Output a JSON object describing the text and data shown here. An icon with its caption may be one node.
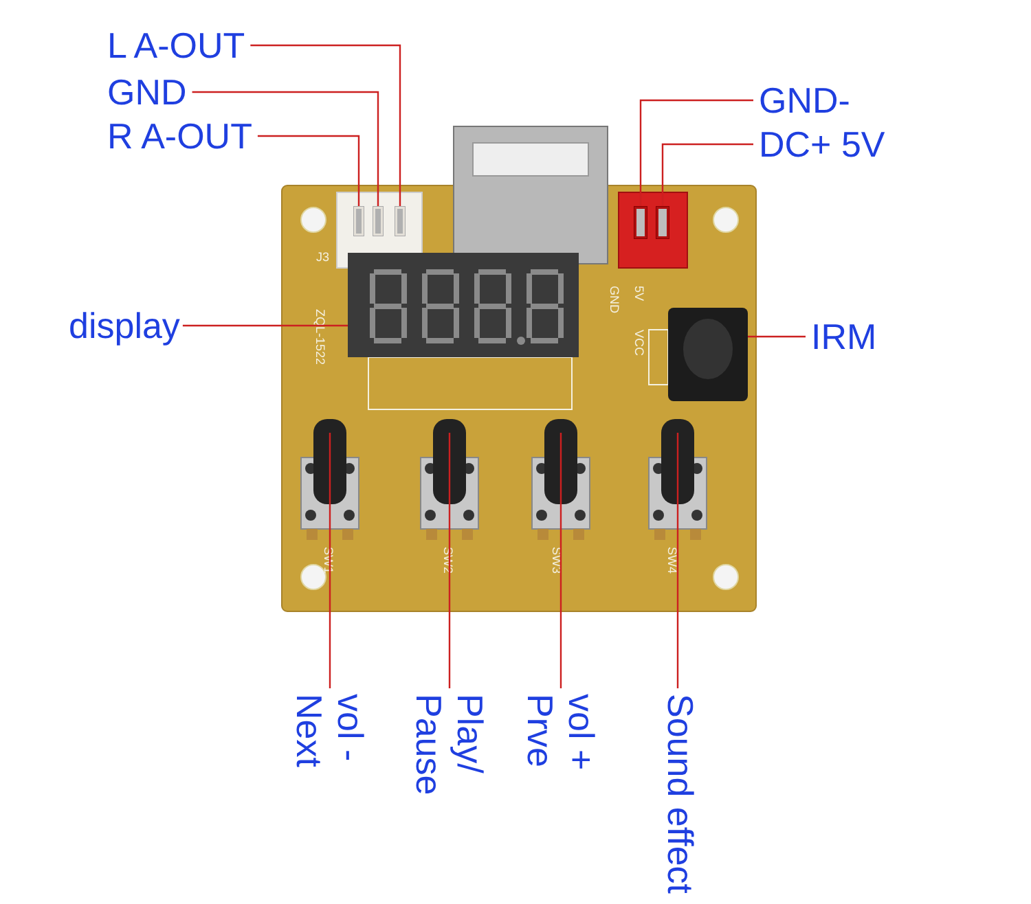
{
  "diagram": {
    "nodes": [
      {
        "text": [
          "L A-OUT"
        ]
      },
      {
        "text": [
          "GND"
        ]
      },
      {
        "text": [
          "R A-OUT"
        ]
      },
      {
        "text": [
          "GND-"
        ]
      },
      {
        "text": [
          "DC+ 5V"
        ]
      },
      {
        "text": [
          "display"
        ]
      },
      {
        "text": [
          "IRM"
        ]
      },
      {
        "text": [
          "vol - Next"
        ]
      },
      {
        "text": [
          "Play/ Pause"
        ]
      },
      {
        "text": [
          "vol + Prve"
        ]
      },
      {
        "text": [
          "Sound effect"
        ]
      },
      {
        "text": [],
        "shape": "picture"
      },
      {
        "text": [],
        "shape": "picture"
      },
      {
        "text": [],
        "shape": "picture"
      },
      {
        "text": [],
        "shape": "picture"
      },
      {
        "text": [],
        "shape": "picture"
      },
      {
        "text": [],
        "shape": "picture"
      },
      {
        "text": [],
        "shape": "picture"
      },
      {
        "text": [],
        "shape": "picture"
      },
      {
        "text": [],
        "shape": "picture"
      },
      {
        "text": [],
        "shape": "picture"
      },
      {
        "text": [],
        "shape": "picture"
      }
    ],
    "edges": [
      {
        "from": 0,
        "to": 13,
        "arrow": "none"
      },
      {
        "from": 1,
        "to": 12,
        "arrow": "none"
      },
      {
        "from": 2,
        "to": 11,
        "arrow": "none"
      },
      {
        "from": 3,
        "to": 14,
        "arrow": "none"
      },
      {
        "from": 4,
        "to": 15,
        "arrow": "none"
      },
      {
        "from": 5,
        "to": 16,
        "arrow": "none"
      },
      {
        "from": 6,
        "to": 17,
        "arrow": "none"
      },
      {
        "from": 7,
        "to": 18,
        "arrow": "none"
      },
      {
        "from": 8,
        "to": 19,
        "arrow": "none"
      },
      {
        "from": 9,
        "to": 20,
        "arrow": "none"
      },
      {
        "from": 10,
        "to": 21,
        "arrow": "none"
      }
    ],
    "labels": [
      "J3",
      "ZQL-1522",
      "GND",
      "5V",
      "VCC",
      "SW1",
      "SW2",
      "SW3",
      "SW4"
    ]
  }
}
